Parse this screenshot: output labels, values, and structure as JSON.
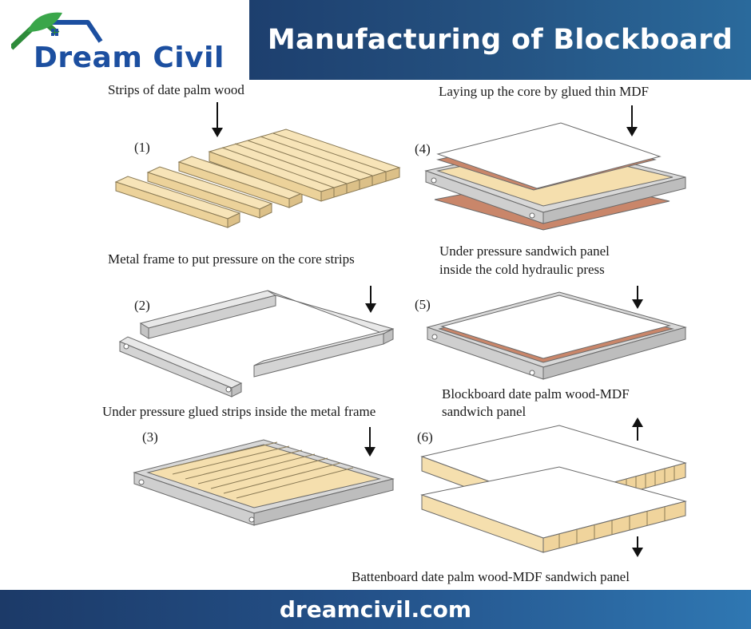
{
  "header": {
    "logo_text": "Dream Civil",
    "title": "Manufacturing of Blockboard"
  },
  "steps": [
    {
      "number": "(1)",
      "label": "Strips of date palm wood"
    },
    {
      "number": "(2)",
      "label": "Metal frame to put pressure on the core strips"
    },
    {
      "number": "(3)",
      "label": "Under pressure glued strips inside the metal frame"
    },
    {
      "number": "(4)",
      "label": "Laying up the core by glued thin MDF"
    },
    {
      "number": "(5)",
      "label_line1": "Under pressure sandwich panel",
      "label_line2": "inside the cold hydraulic press"
    },
    {
      "number": "(6)",
      "label_top_line1": "Blockboard date palm wood-MDF",
      "label_top_line2": "sandwich panel",
      "label_bottom": "Battenboard date palm wood-MDF sandwich panel"
    }
  ],
  "footer": {
    "text": "dreamcivil.com"
  },
  "colors": {
    "header_bg": "#24507f",
    "logo_blue": "#1c4fa0",
    "logo_green": "#2e8b3a",
    "wood": "#f5dfae",
    "metal": "#d4d4d4",
    "mdf_red": "#c9866a"
  }
}
